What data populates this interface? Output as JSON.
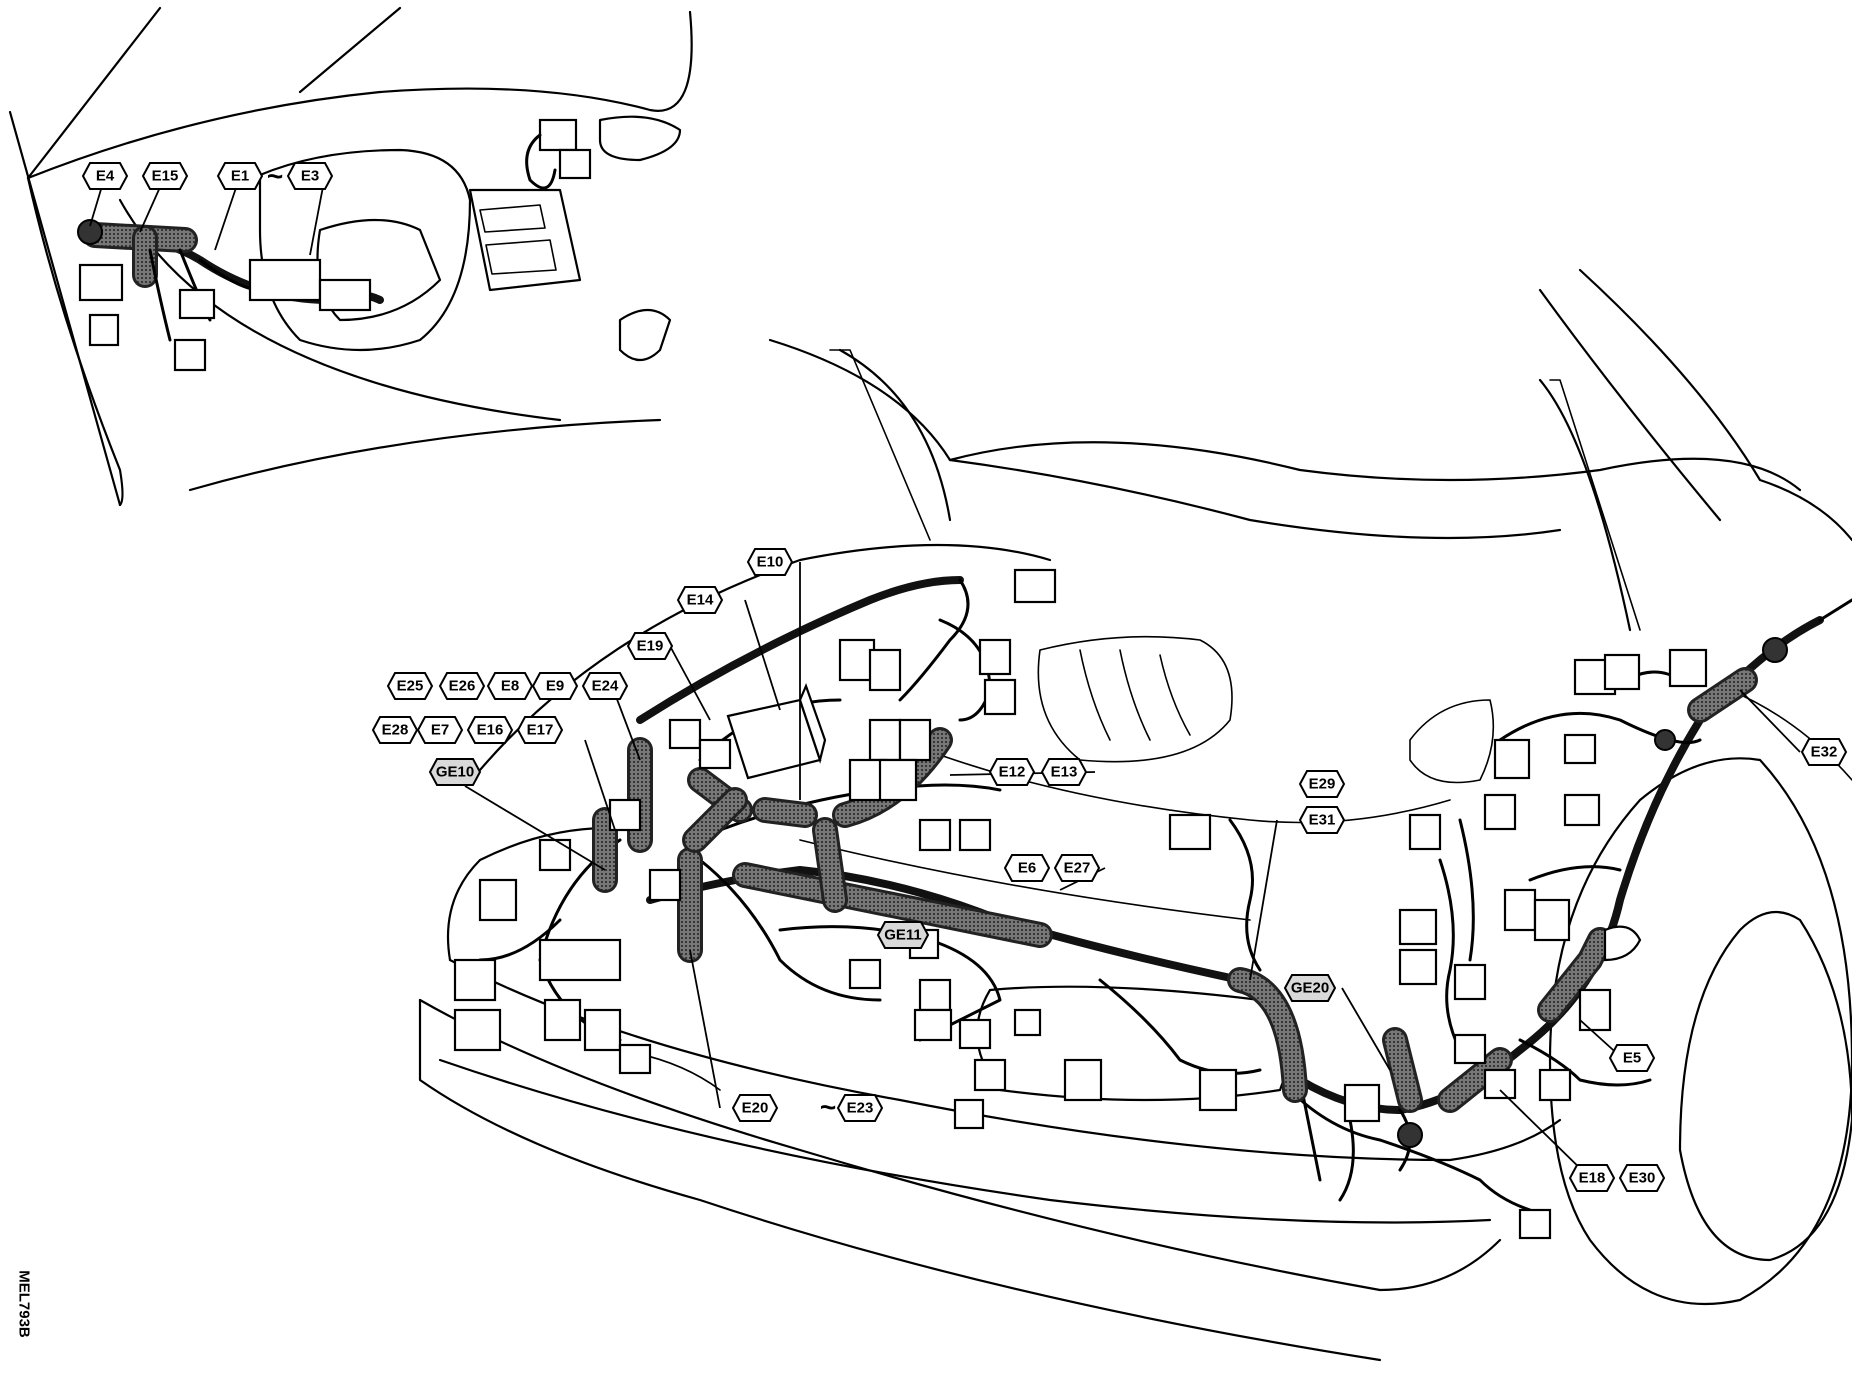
{
  "figure_id": "MEL793B",
  "inset_labels": [
    {
      "id": "inset-e4",
      "text": "E4"
    },
    {
      "id": "inset-e15",
      "text": "E15"
    },
    {
      "id": "inset-e1",
      "text": "E1"
    },
    {
      "id": "inset-e3",
      "text": "E3"
    }
  ],
  "range_separator": "~",
  "labels": [
    {
      "id": "e10",
      "text": "E10",
      "ground": false
    },
    {
      "id": "e14",
      "text": "E14",
      "ground": false
    },
    {
      "id": "e19",
      "text": "E19",
      "ground": false
    },
    {
      "id": "e25",
      "text": "E25",
      "ground": false
    },
    {
      "id": "e26",
      "text": "E26",
      "ground": false
    },
    {
      "id": "e8",
      "text": "E8",
      "ground": false
    },
    {
      "id": "e9",
      "text": "E9",
      "ground": false
    },
    {
      "id": "e24",
      "text": "E24",
      "ground": false
    },
    {
      "id": "e28",
      "text": "E28",
      "ground": false
    },
    {
      "id": "e7",
      "text": "E7",
      "ground": false
    },
    {
      "id": "e16",
      "text": "E16",
      "ground": false
    },
    {
      "id": "e17",
      "text": "E17",
      "ground": false
    },
    {
      "id": "ge10",
      "text": "GE10",
      "ground": true
    },
    {
      "id": "e12",
      "text": "E12",
      "ground": false
    },
    {
      "id": "e13",
      "text": "E13",
      "ground": false
    },
    {
      "id": "e29",
      "text": "E29",
      "ground": false
    },
    {
      "id": "e31",
      "text": "E31",
      "ground": false
    },
    {
      "id": "e6",
      "text": "E6",
      "ground": false
    },
    {
      "id": "e27",
      "text": "E27",
      "ground": false
    },
    {
      "id": "ge11",
      "text": "GE11",
      "ground": true
    },
    {
      "id": "ge20",
      "text": "GE20",
      "ground": true
    },
    {
      "id": "e32",
      "text": "E32",
      "ground": false
    },
    {
      "id": "e5",
      "text": "E5",
      "ground": false
    },
    {
      "id": "e20",
      "text": "E20",
      "ground": false
    },
    {
      "id": "e23",
      "text": "E23",
      "ground": false
    },
    {
      "id": "e18",
      "text": "E18",
      "ground": false
    },
    {
      "id": "e30",
      "text": "E30",
      "ground": false
    }
  ]
}
